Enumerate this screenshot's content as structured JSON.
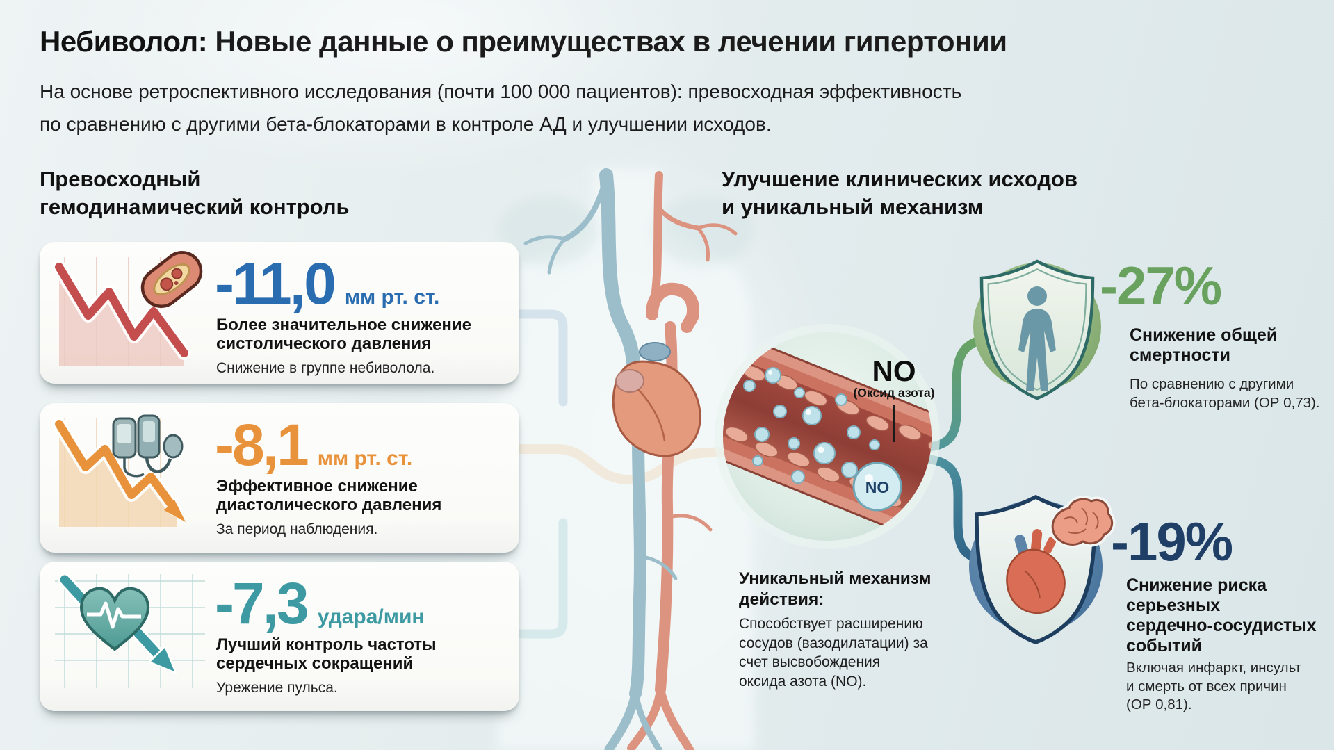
{
  "palette": {
    "background": "#e4edee",
    "card_background": "#fcfcfa",
    "value_blue": "#2a6cb0",
    "value_orange": "#e8923b",
    "value_teal": "#3d9aa3",
    "value_green": "#69a25f",
    "value_navy": "#1f3f66"
  },
  "header": {
    "title_brand": "Небиволол:",
    "title_rest": "Новые данные о преимуществах в лечении гипертонии",
    "subtitle": "На основе ретроспективного исследования (почти 100 000 пациентов): превосходная эффективность\nпо сравнению с другими бета-блокаторами в контроле АД и улучшении исходов."
  },
  "left_section": {
    "heading": "Превосходный\nгемодинамический контроль",
    "cards": [
      {
        "icon": "declining-chart-with-clogged-artery",
        "value": "-11,0",
        "unit": "мм рт. ст.",
        "title": "Более значительное снижение\nсистолического давления",
        "note": "Снижение в группе небиволола.",
        "accent": "#2a6cb0"
      },
      {
        "icon": "declining-chart-with-bp-monitor",
        "value": "-8,1",
        "unit": "мм рт. ст.",
        "title": "Эффективное снижение\nдиастолического давления",
        "note": "За период наблюдения.",
        "accent": "#e8923b"
      },
      {
        "icon": "heart-ecg-with-down-arrow",
        "value": "-7,3",
        "unit": "удара/мин",
        "title": "Лучший контроль частоты\nсердечных сокращений",
        "note": "Урежение пульса.",
        "accent": "#3d9aa3"
      }
    ]
  },
  "right_section": {
    "heading": "Улучшение клинических исходов\nи уникальный механизм",
    "stats": [
      {
        "icon": "shield-with-person",
        "value": "-27%",
        "title": "Снижение общей\nсмертности",
        "note": "По сравнению с другими\nбета-блокаторами (ОР 0,73).",
        "accent": "#69a25f"
      },
      {
        "icon": "shield-with-heart-and-brain",
        "value": "-19%",
        "title": "Снижение риска\nсерьезных\nсердечно-сосудистых\nсобытий",
        "note": "Включая инфаркт, инсульт\nи смерть от всех причин\n(ОР 0,81).",
        "accent": "#1f3f66"
      }
    ]
  },
  "mechanism": {
    "no_label": "NO",
    "no_sublabel": "(Оксид азота)",
    "no_bubble": "NO",
    "title": "Уникальный механизм\nдействия:",
    "description": "Способствует расширению\nсосудов (вазодилатации) за\nсчет высвобождения\nоксида азота (NO)."
  }
}
